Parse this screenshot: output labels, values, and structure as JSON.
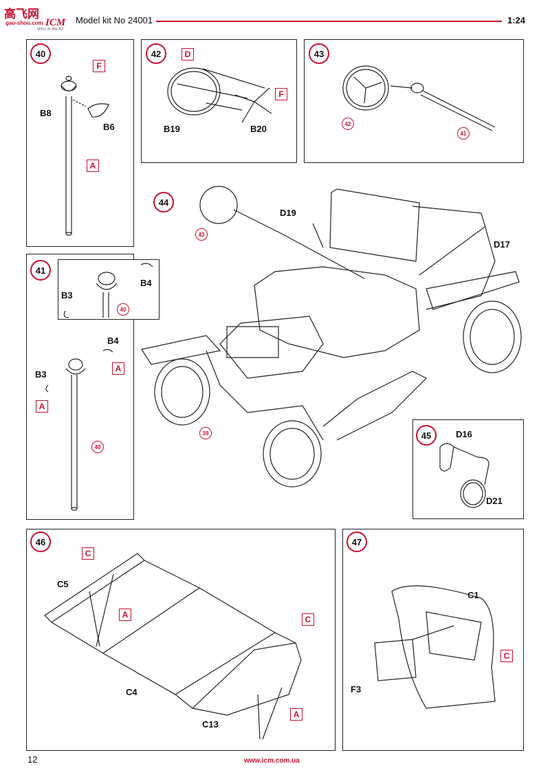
{
  "header": {
    "logo_cn": "高飞网",
    "logo_url": "gao-shou.com",
    "logo_brand": "ICM",
    "logo_tagline": "Wins in the Kit",
    "title": "Model kit No 24001",
    "scale": "1:24",
    "accent_color": "#c8102e"
  },
  "steps": {
    "s40": {
      "number": "40",
      "labels": {
        "b8": "B8",
        "b6": "B6"
      },
      "sprues": {
        "f": "F",
        "a": "A"
      }
    },
    "s41": {
      "number": "41",
      "labels": {
        "b3_inset": "B3",
        "b4_inset": "B4",
        "b3": "B3",
        "b4": "B4"
      },
      "sprues": {
        "a1": "A",
        "a2": "A"
      },
      "refs": {
        "inset": "40",
        "main": "40"
      }
    },
    "s42": {
      "number": "42",
      "labels": {
        "b19": "B19",
        "b20": "B20"
      },
      "sprues": {
        "d": "D",
        "f": "F"
      }
    },
    "s43": {
      "number": "43",
      "refs": {
        "r42": "42",
        "r41": "41"
      }
    },
    "s44": {
      "number": "44",
      "labels": {
        "d19": "D19",
        "d17": "D17"
      },
      "refs": {
        "r43": "43",
        "r39": "39"
      }
    },
    "s45": {
      "number": "45",
      "labels": {
        "d16": "D16",
        "d21": "D21"
      }
    },
    "s46": {
      "number": "46",
      "labels": {
        "c5": "C5",
        "c4": "C4",
        "c13": "C13"
      },
      "sprues": {
        "c1": "C",
        "a1": "A",
        "c2": "C",
        "a2": "A"
      }
    },
    "s47": {
      "number": "47",
      "labels": {
        "c1": "C1",
        "f3": "F3"
      },
      "sprues": {
        "c": "C"
      }
    }
  },
  "footer": {
    "page_number": "12",
    "url": "www.icm.com.ua"
  }
}
